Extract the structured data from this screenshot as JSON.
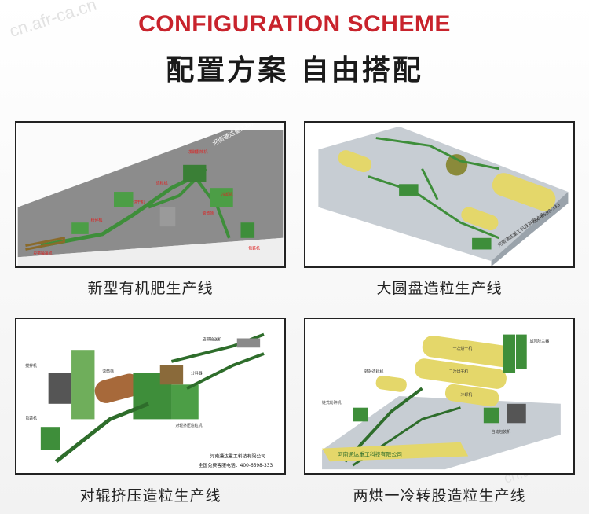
{
  "heading": {
    "title_en": "CONFIGURATION SCHEME",
    "title_cn": "配置方案 自由搭配"
  },
  "watermark": {
    "text_top": "cn.afr-ca.cn",
    "text_bottom": "cn.africa.cn"
  },
  "panels": [
    {
      "caption": "新型有机肥生产线",
      "diagram_labels": [
        "河南通达重工科技有限公司",
        "发酵翻堆机",
        "粉碎机",
        "滚筒筛",
        "包装机",
        "造粒机",
        "烘干机",
        "冷却机",
        "皮带输送机"
      ]
    },
    {
      "caption": "大圆盘造粒生产线",
      "diagram_labels": [
        "河南通达重工科技有限公司",
        "400-6598-333"
      ]
    },
    {
      "caption": "对辊挤压造粒生产线",
      "diagram_labels": [
        "河南通达重工科技有限公司",
        "全国免费客服电话：400-6598-333",
        "搅拌机",
        "对辊挤压造粒机",
        "滚筒筛",
        "包装机",
        "皮带输送机",
        "分料器"
      ]
    },
    {
      "caption": "两烘一冷转股造粒生产线",
      "diagram_labels": [
        "河南通达重工科技有限公司",
        "一次烘干机",
        "二次烘干机",
        "冷却机",
        "旋风除尘器",
        "转鼓造粒机",
        "链式粉碎机",
        "自动包装机"
      ]
    }
  ],
  "colors": {
    "heading_red": "#c8232c",
    "machine_green": "#3e8e3a",
    "dryer_yellow": "#e4d76a",
    "floor_gray": "#c7cdd3"
  }
}
